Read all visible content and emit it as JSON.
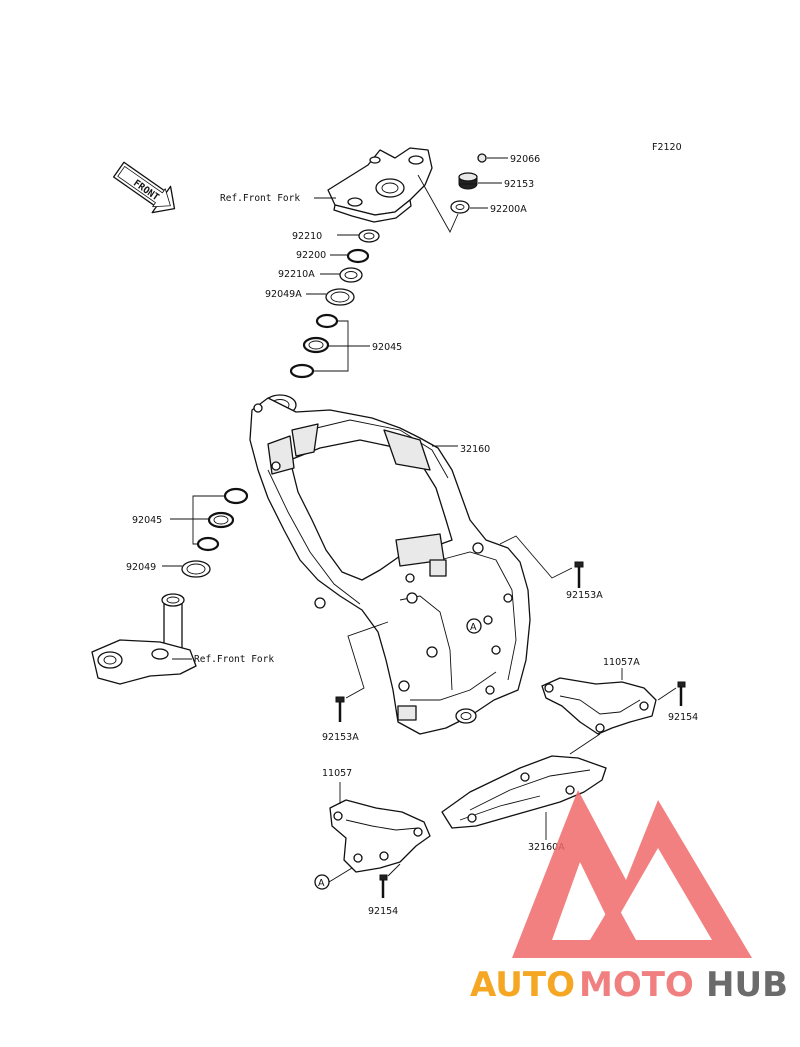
{
  "diagram_code": "F2120",
  "front_arrow_label": "FRONT",
  "callouts": {
    "p92066": "92066",
    "p92153": "92153",
    "p92200A": "92200A",
    "ref_front_fork_top": "Ref.Front Fork",
    "p92210": "92210",
    "p92200": "92200",
    "p92210A": "92210A",
    "p92049A": "92049A",
    "p92045_top": "92045",
    "p32160": "32160",
    "p92045_left": "92045",
    "p92049": "92049",
    "ref_front_fork_bottom": "Ref.Front Fork",
    "p92153A_right": "92153A",
    "p92153A_left": "92153A",
    "p11057A": "11057A",
    "p92154_right": "92154",
    "p11057": "11057",
    "p32160A": "32160A",
    "p92154_bottom": "92154",
    "marker_A_frame": "A",
    "marker_A_bracket": "A"
  },
  "watermark": {
    "part1": "AUTO",
    "part2": "MOTO",
    "part3": "HUB",
    "colors": {
      "auto": "#f5a623",
      "moto": "#f08080",
      "hub": "#6b6b6b",
      "logo": "#f06a6a"
    }
  }
}
